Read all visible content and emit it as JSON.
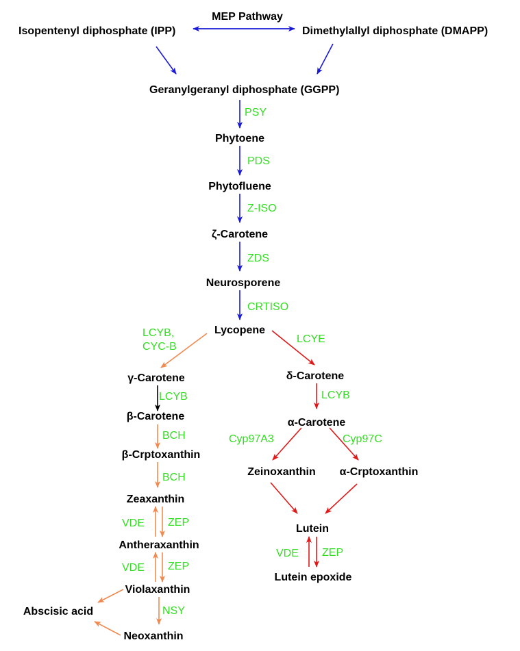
{
  "title": "MEP Pathway",
  "colors": {
    "blue": "#1a1ad6",
    "orange": "#f08a50",
    "red": "#e01818",
    "black": "#000000",
    "enzyme": "#33dd22"
  },
  "compounds": {
    "ipp": "Isopentenyl diphosphate (IPP)",
    "dmapp": "Dimethylallyl diphosphate (DMAPP)",
    "ggpp": "Geranylgeranyl diphosphate (GGPP)",
    "phytoene": "Phytoene",
    "phytofluene": "Phytofluene",
    "zeta_carotene": "ζ-Carotene",
    "neurosporene": "Neurosporene",
    "lycopene": "Lycopene",
    "gamma_carotene": "γ-Carotene",
    "delta_carotene": "δ-Carotene",
    "beta_carotene": "β-Carotene",
    "alpha_carotene": "α-Carotene",
    "beta_crptoxanthin": "β-Crptoxanthin",
    "zeinoxanthin": "Zeinoxanthin",
    "alpha_crptoxanthin": "α-Crptoxanthin",
    "zeaxanthin": "Zeaxanthin",
    "antheraxanthin": "Antheraxanthin",
    "violaxanthin": "Violaxanthin",
    "neoxanthin": "Neoxanthin",
    "abscisic_acid": "Abscisic acid",
    "lutein": "Lutein",
    "lutein_epoxide": "Lutein epoxide"
  },
  "enzymes": {
    "psy": "PSY",
    "pds": "PDS",
    "z_iso": "Z-ISO",
    "zds": "ZDS",
    "crtiso": "CRTISO",
    "lcyb_line1": "LCYB,",
    "cycb_line2": "CYC-B",
    "lcye": "LCYE",
    "lcyb_gamma": "LCYB",
    "lcyb_delta": "LCYB",
    "bch_1": "BCH",
    "bch_2": "BCH",
    "cyp97a3": "Cyp97A3",
    "cyp97c": "Cyp97C",
    "vde_1": "VDE",
    "zep_1": "ZEP",
    "vde_2": "VDE",
    "zep_2": "ZEP",
    "nsy": "NSY",
    "vde_lutein": "VDE",
    "zep_lutein": "ZEP"
  }
}
